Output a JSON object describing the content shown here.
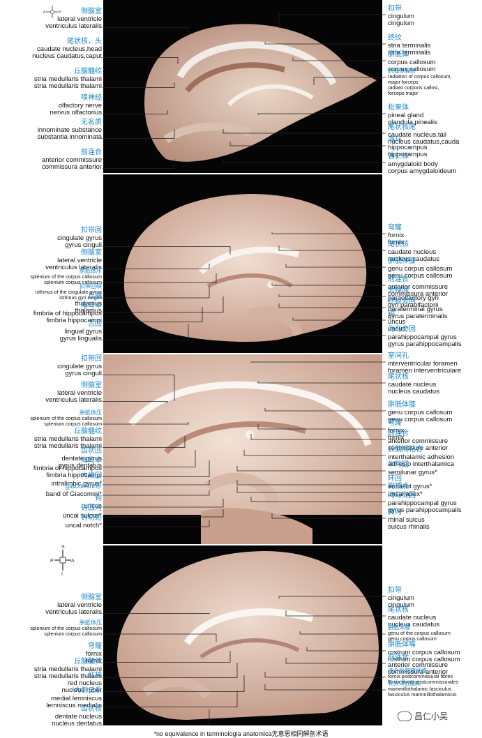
{
  "panels": [
    {
      "left": [
        {
          "cn": "侧脑室",
          "en": [
            "lateral ventricle",
            "ventriculus lateralis"
          ]
        },
        {
          "cn": "尾状核，头",
          "en": [
            "caudate nucleus,head",
            "nucleus caudatus,caput"
          ]
        },
        {
          "cn": "丘脑髓纹",
          "en": [
            "stria medullaris thalami",
            "stria medullaris thalami"
          ]
        },
        {
          "cn": "嗅神经",
          "en": [
            "olfactory nerve",
            "nervus olfactorius"
          ]
        },
        {
          "cn": "无名质",
          "en": [
            "innominate substance",
            "substantia innominata"
          ]
        },
        {
          "cn": "前连合",
          "en": [
            "anterior commissure",
            "commissura anterior"
          ]
        }
      ],
      "right": [
        {
          "cn": "扣带",
          "en": [
            "cingulum",
            "cingulum"
          ]
        },
        {
          "cn": "终纹",
          "en": [
            "stria terminalis",
            "stria terminalis"
          ]
        },
        {
          "cn": "胼胝体",
          "en": [
            "corpus callosum",
            "corpus callosum"
          ]
        },
        {
          "cn": "胼胝体辐射",
          "en": [
            "radiation of corpus callosum,",
            "major forceps",
            "radiato corporis callosi,",
            "forceps major"
          ]
        },
        {
          "cn": "松果体",
          "en": [
            "pineal gland",
            "glandula pinealis"
          ]
        },
        {
          "cn": "尾状核尾",
          "en": [
            "caudate nucleus,tail",
            "nucleus caudatus,cauda"
          ]
        },
        {
          "cn": "海马",
          "en": [
            "hippocampus",
            "hippocampus"
          ]
        },
        {
          "cn": "杏仁体",
          "en": [
            "amygdaloid body",
            "corpus amygdaloideum"
          ]
        }
      ]
    },
    {
      "left": [
        {
          "cn": "扣带回",
          "en": [
            "cingulate gyrus",
            "gyrus cinguli"
          ]
        },
        {
          "cn": "侧脑室",
          "en": [
            "lateral ventricle",
            "ventriculus lateralis"
          ]
        },
        {
          "cn": "胼胝体压",
          "en": [
            "splenium of the corpus callosum",
            "splenium corpus callosum"
          ]
        },
        {
          "cn": "扣带回峡",
          "en": [
            "isthmus of the cingulate gyrus",
            "isthmus gyri cinguli"
          ]
        },
        {
          "cn": "丘脑",
          "en": [
            "thalamus",
            "thalamus"
          ]
        },
        {
          "cn": "海马伞",
          "en": [
            "fimbria of hippocampus",
            "fimbria hippocampi"
          ]
        },
        {
          "cn": "舌回",
          "en": [
            "lingual gyrus",
            "gyrus lingualis"
          ]
        }
      ],
      "right": [
        {
          "cn": "穹窿",
          "en": [
            "fornix",
            "fornix"
          ]
        },
        {
          "cn": "尾状核",
          "en": [
            "caudate nucleus",
            "nucleus caudatus"
          ]
        },
        {
          "cn": "胼胝体膝",
          "en": [
            "genu corpus callosum",
            "genu corpus callosum"
          ]
        },
        {
          "cn": "前连合",
          "en": [
            "anterior commissure",
            "commissura anterior"
          ]
        },
        {
          "cn": "旁嗅回",
          "en": [
            "paraolfactory gyri",
            "gyri paraolfactorii"
          ]
        },
        {
          "cn": "终板旁回",
          "en": [
            "paraterminal gyrus",
            "gyrus paraterminalis"
          ]
        },
        {
          "cn": "钩",
          "en": [
            "uncus",
            "uncus"
          ]
        },
        {
          "cn": "海马旁回",
          "en": [
            "parahippocampal gyrus",
            "gyrus parahippocampalis"
          ]
        }
      ]
    },
    {
      "left": [
        {
          "cn": "扣带回",
          "en": [
            "cingulate gyrus",
            "gyrus cinguli"
          ]
        },
        {
          "cn": "侧脑室",
          "en": [
            "lateral ventricle",
            "ventriculus lateralis"
          ]
        },
        {
          "cn": "胼胝体压",
          "en": [
            "splenium of the corpus callosum",
            "splenium corpus callosum"
          ]
        },
        {
          "cn": "丘脑髓纹",
          "en": [
            "stria medullaris thalami",
            "stria medullaris thalami"
          ]
        },
        {
          "cn": "齿状回",
          "en": [
            "dentate gyrus",
            "gyrus dentatus"
          ]
        },
        {
          "cn": "海马伞",
          "en": [
            "fimbria of hippocampus",
            "fimbria hippocampi"
          ]
        },
        {
          "cn": "内缘回",
          "en": [
            "intralimbic gyrus*"
          ]
        },
        {
          "cn": "giacomini带",
          "en": [
            "band of Giacomini*"
          ]
        },
        {
          "cn": "钩",
          "en": [
            "uncus"
          ]
        },
        {
          "cn": "钩回沟",
          "en": [
            "uncal sulcus*"
          ]
        },
        {
          "cn": "钩切迹",
          "en": [
            "uncal notch*"
          ]
        }
      ],
      "right": [
        {
          "cn": "室间孔",
          "en": [
            "interventricular foramen",
            "foramen interventriculare"
          ]
        },
        {
          "cn": "尾状核",
          "en": [
            "caudate nucleus",
            "nucleus caudatus"
          ]
        },
        {
          "cn": "胼胝体膝",
          "en": [
            "genu corpus callosum",
            "genu corpus callosum"
          ]
        },
        {
          "cn": "穹窿",
          "en": [
            "fornix",
            "fornix"
          ]
        },
        {
          "cn": "前连合",
          "en": [
            "anterior commissure",
            "commissure anterior"
          ]
        },
        {
          "cn": "丘脑间粘合",
          "en": [
            "interthalamic adhesion",
            "adhesio interthalamica"
          ]
        },
        {
          "cn": "半月回",
          "en": [
            "semilunar gyrus*"
          ]
        },
        {
          "cn": "环回",
          "en": [
            "ambient gyrus*"
          ]
        },
        {
          "cn": "钩顶点",
          "en": [
            "uncal apex*"
          ]
        },
        {
          "cn": "海马旁回",
          "en": [
            "parahippocampal gyrus",
            "gyrus parahippocampalis"
          ]
        },
        {
          "cn": "鼻沟",
          "en": [
            "rhinal sulcus",
            "sulcus rhinalis"
          ]
        }
      ]
    },
    {
      "left": [
        {
          "cn": "侧脑室",
          "en": [
            "lateral ventricle",
            "ventriculus lateralis"
          ]
        },
        {
          "cn": "胼胝体压",
          "en": [
            "splenium of the corpus callosum",
            "splenium corpus callosum"
          ]
        },
        {
          "cn": "穹窿",
          "en": [
            "fornix",
            "fornix"
          ]
        },
        {
          "cn": "丘脑髓纹",
          "en": [
            "stria medullaris thalami",
            "stria medullaris thalami"
          ]
        },
        {
          "cn": "红核",
          "en": [
            "red nucleus",
            "nucleus ruber"
          ]
        },
        {
          "cn": "内侧丘系",
          "en": [
            "medial lemniscus",
            "lemniscus medialis"
          ]
        },
        {
          "cn": "齿状核",
          "en": [
            "dentate nucleus",
            "nucleus dentatus"
          ]
        }
      ],
      "right": [
        {
          "cn": "扣带",
          "en": [
            "cingulum",
            "cingulum"
          ]
        },
        {
          "cn": "尾状核",
          "en": [
            "caudate nucleus",
            "nucleus caudatus"
          ]
        },
        {
          "cn": "胼胝体膝",
          "en": [
            "genu of the corpus callosum",
            "genu corpus callosum"
          ]
        },
        {
          "cn": "胼胝体嘴",
          "en": [
            "rostrum corpus callosum",
            "rostrum corpus callosum"
          ]
        },
        {
          "cn": "前连合",
          "en": [
            "anterior commissure",
            "commissura anterior"
          ]
        },
        {
          "cn": "连合后穹窿纤维",
          "en": [
            "fornix postcommissural fibres",
            "fornix fibrae postcommissurales"
          ]
        },
        {
          "cn": "乳头体丘脑束",
          "en": [
            "mammillothalamic fasciculus",
            "fasciculus mammillothalamicus"
          ]
        }
      ]
    }
  ],
  "compass_top": {
    "a": "A",
    "p": "P"
  },
  "compass_bottom": {
    "s": "S",
    "p": "P",
    "a": "A",
    "i": "I"
  },
  "footnote": "*no equivalence in terminologia anatomica无意思相同解剖术语",
  "watermark": "昌仁小吴"
}
